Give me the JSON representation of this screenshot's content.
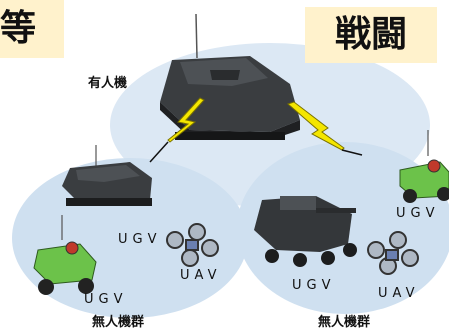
{
  "labels": {
    "top_left_partial": "等",
    "top_right": "戦闘",
    "manned": "有人機",
    "ugv_left_small": "UGV",
    "uav_left": "UAV",
    "ugv_left_bottom": "UGV",
    "group_left": "無人機群",
    "ugv_right_center": "UGV",
    "uav_right": "UAV",
    "ugv_right_top": "UGV",
    "group_right": "無人機群"
  },
  "colors": {
    "ellipse_top": "#dce8f4",
    "ellipse_groups": "#cfe0f0",
    "label_bg": "#fff2cc",
    "lightning": "#f4e600",
    "tank_body": "#2f3133",
    "robot_green": "#6cc24a"
  }
}
